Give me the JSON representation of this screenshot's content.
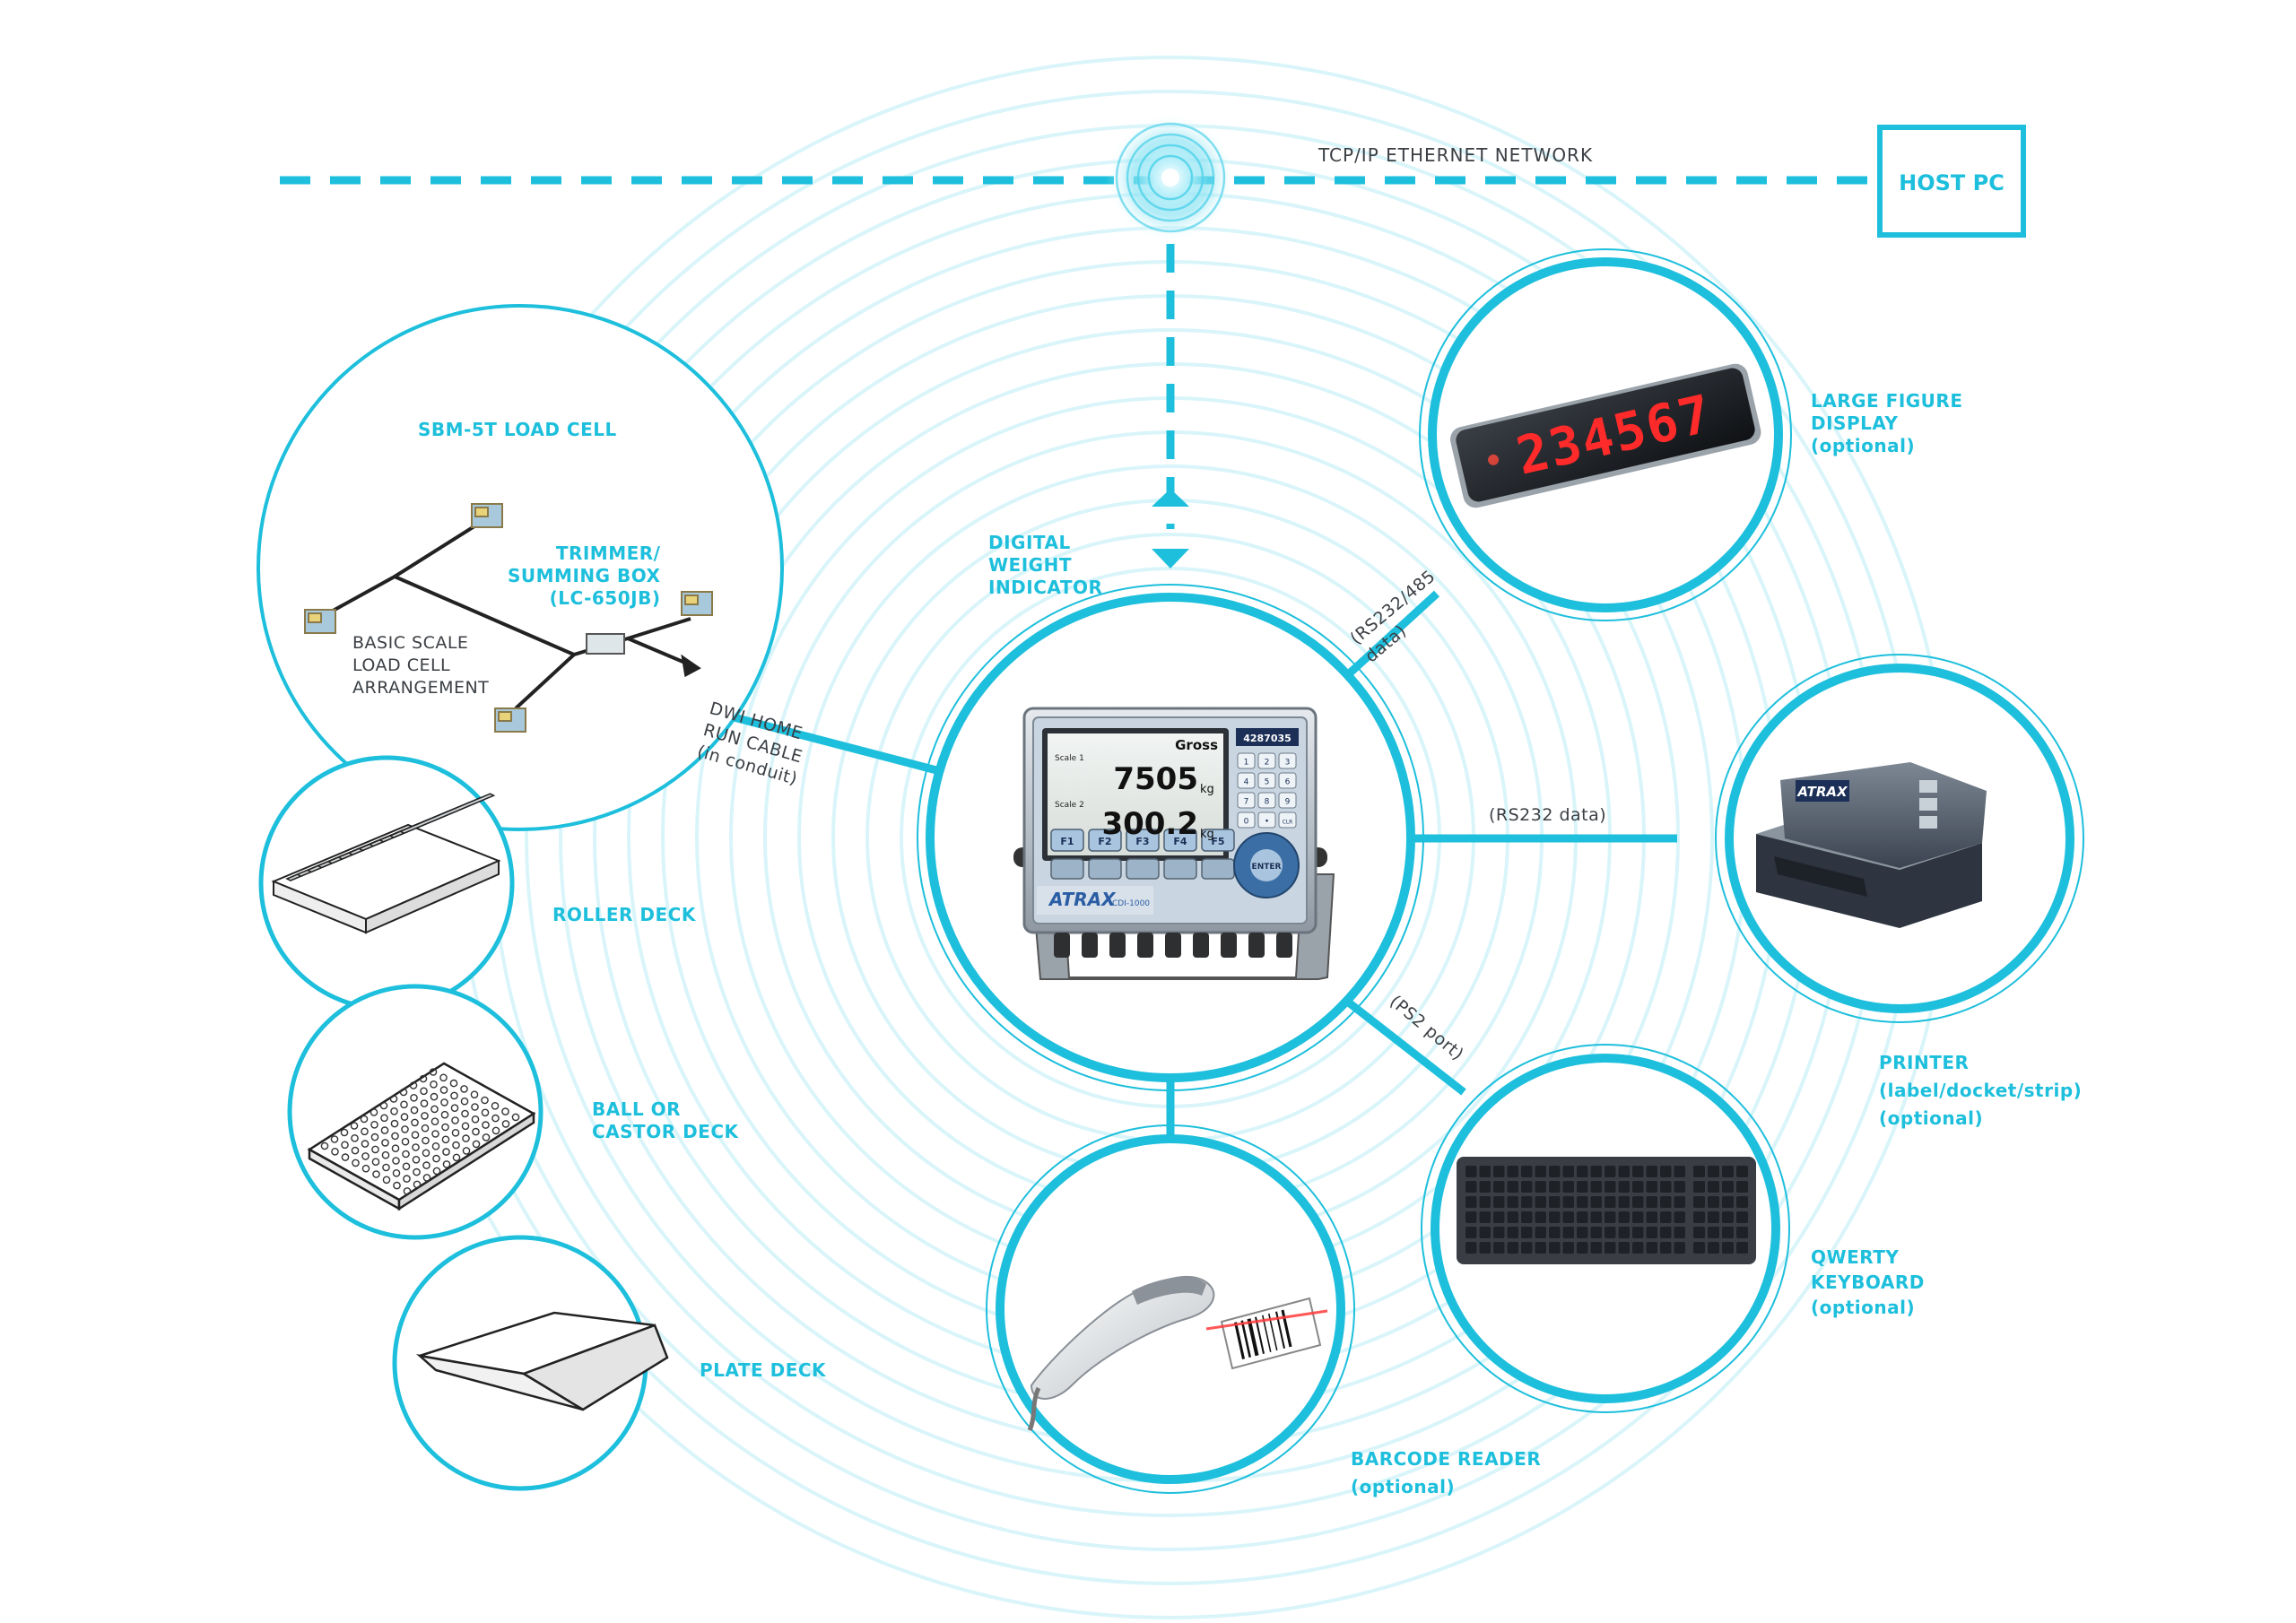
{
  "network": {
    "label": "TCP/IP ETHERNET NETWORK",
    "host_label": "HOST PC"
  },
  "colors": {
    "accent": "#1dbfdc",
    "halo": "#d9f5fa",
    "text_dark": "#3b3f44",
    "led_red": "#ff2a2a"
  },
  "center": {
    "label": "DIGITAL\nWEIGHT\nINDICATOR",
    "brand": "ATRAX",
    "model": "CDI-1000",
    "screen": {
      "mode": "Gross",
      "id": "4287035",
      "weight_1": "7505",
      "unit_1": "kg",
      "weight_2": "300.2",
      "unit_2": "kg",
      "scale_1": "Scale 1",
      "scale_2": "Scale 2"
    },
    "fkeys": [
      "F1",
      "F2",
      "F3",
      "F4",
      "F5"
    ],
    "keypad": [
      "1",
      "2",
      "3",
      "4",
      "5",
      "6",
      "7",
      "8",
      "9",
      "0",
      "•",
      "CLR"
    ],
    "enter": "ENTER"
  },
  "load_cell": {
    "title": "SBM-5T LOAD CELL",
    "trimmer": "TRIMMER/\nSUMMING BOX\n(LC-650JB)",
    "arrangement": "BASIC SCALE\nLOAD CELL\nARRANGEMENT"
  },
  "cable": {
    "label": "DWI HOME\nRUN CABLE\n(in conduit)"
  },
  "decks": {
    "roller": "ROLLER DECK",
    "ball": "BALL OR\nCASTOR DECK",
    "plate": "PLATE DECK"
  },
  "peripherals": {
    "display": {
      "label": "LARGE FIGURE\nDISPLAY\n(optional)",
      "digits": "234567",
      "connection": "(RS232/485\ndata)"
    },
    "printer": {
      "label": "PRINTER\n(label/docket/strip)\n(optional)",
      "connection": "(RS232 data)",
      "brand": "ATRAX"
    },
    "keyboard": {
      "label": "QWERTY\nKEYBOARD\n(optional)",
      "connection": "(PS2 port)"
    },
    "barcode": {
      "label": "BARCODE READER\n(optional)"
    }
  }
}
